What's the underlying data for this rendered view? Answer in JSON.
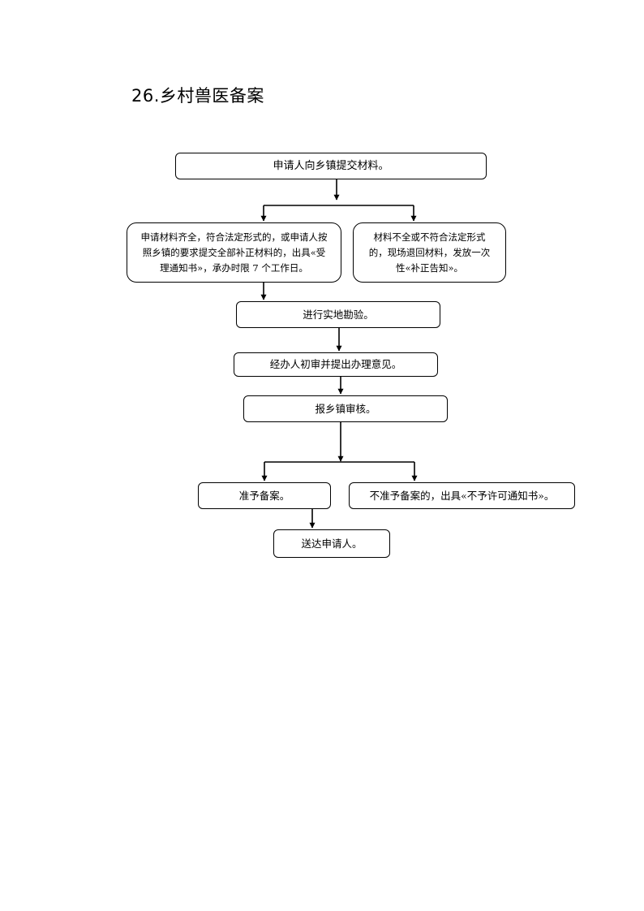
{
  "title": "26.乡村兽医备案",
  "flowchart": {
    "start": "申请人向乡镇提交材料。",
    "complete_branch": {
      "lines": [
        "申请材料齐全，符合法定形式的，或申请人按",
        "照乡镇的要求提交全部补正材料的，出具«受",
        "理通知书»，承办时限 7 个工作日。"
      ]
    },
    "incomplete_branch": {
      "lines": [
        "材料不全或不符合法定形式",
        "的，现场退回材料，发放一次",
        "性«补正告知»。"
      ]
    },
    "inspect": "进行实地勘验。",
    "opinion": "经办人初审并提出办理意见。",
    "review": "报乡镇审核。",
    "approve": "准予备案。",
    "reject": "不准予备案的，出具«不予许可通知书»。",
    "deliver": "送达申请人。"
  },
  "colors": {
    "stroke": "#000000",
    "background": "#ffffff"
  }
}
